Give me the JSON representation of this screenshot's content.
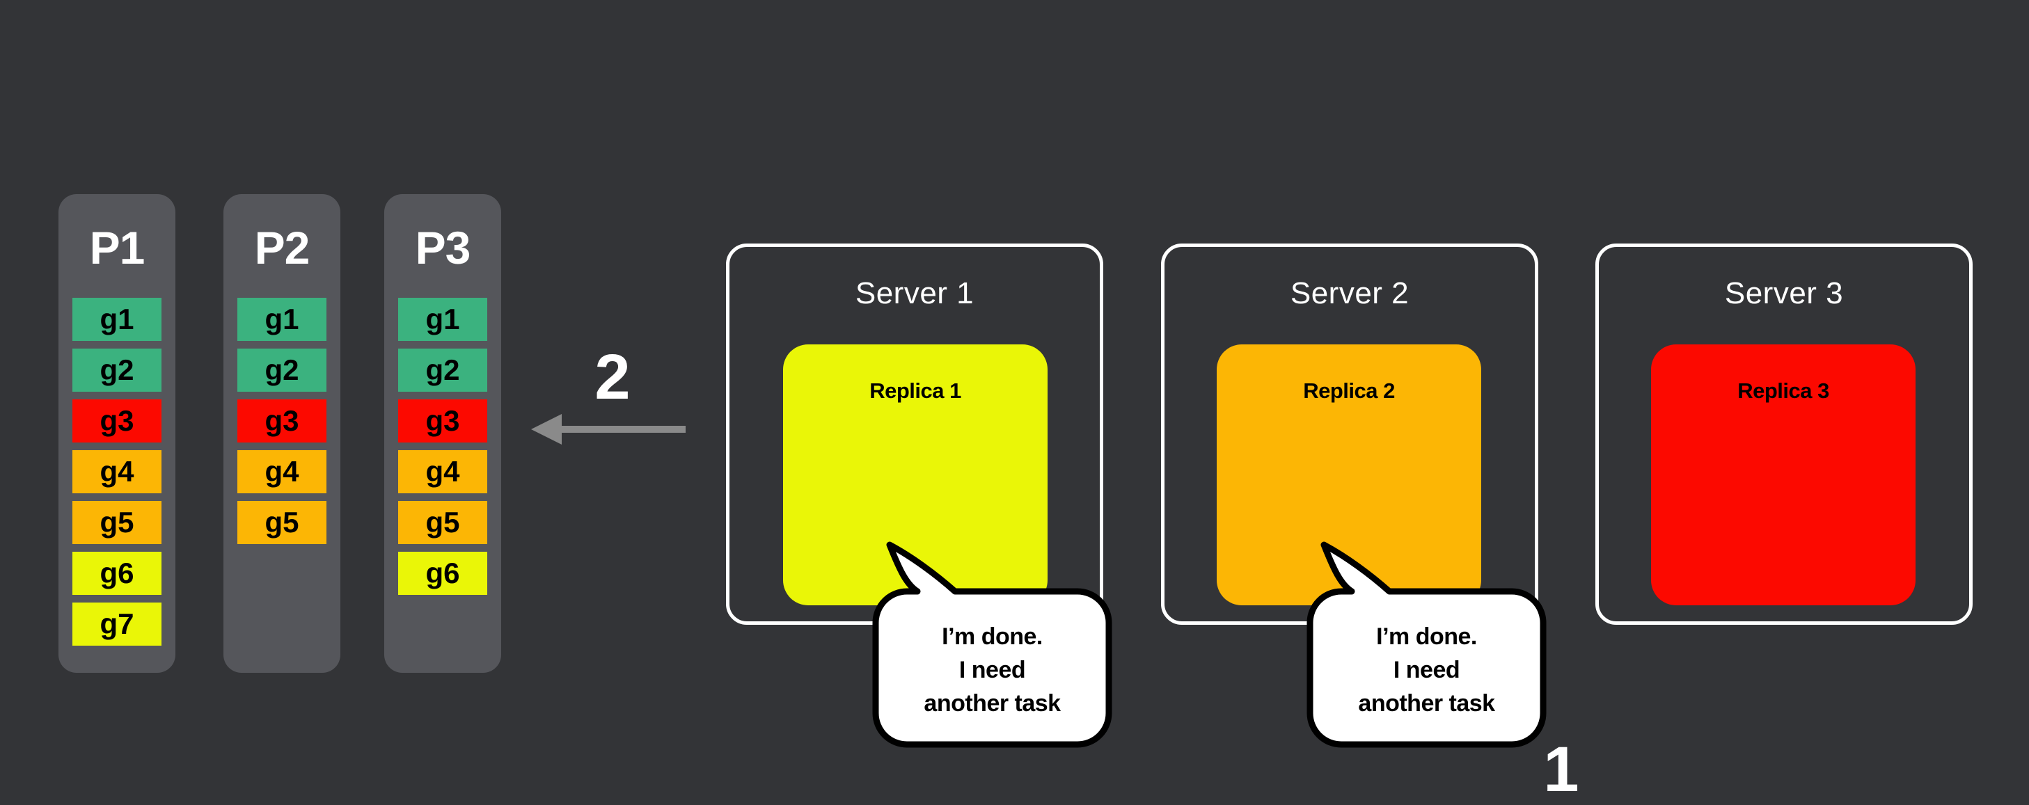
{
  "palette": {
    "canvas_bg": "#333437",
    "column_bg": "#55565B",
    "task_green": "#3BB27F",
    "task_red": "#FC0900",
    "task_amber": "#FCB605",
    "task_yellow": "#EAF607",
    "arrow_gray": "#8A8A8A",
    "server_border": "#FFFFFF",
    "bubble_fill": "#FFFFFF",
    "bubble_border": "#000000"
  },
  "partitions": [
    {
      "label": "P1",
      "tasks": [
        {
          "id": "g1",
          "color": "green"
        },
        {
          "id": "g2",
          "color": "green"
        },
        {
          "id": "g3",
          "color": "red"
        },
        {
          "id": "g4",
          "color": "amber"
        },
        {
          "id": "g5",
          "color": "amber"
        },
        {
          "id": "g6",
          "color": "yellow"
        },
        {
          "id": "g7",
          "color": "yellow"
        }
      ]
    },
    {
      "label": "P2",
      "tasks": [
        {
          "id": "g1",
          "color": "green"
        },
        {
          "id": "g2",
          "color": "green"
        },
        {
          "id": "g3",
          "color": "red"
        },
        {
          "id": "g4",
          "color": "amber"
        },
        {
          "id": "g5",
          "color": "amber"
        }
      ]
    },
    {
      "label": "P3",
      "tasks": [
        {
          "id": "g1",
          "color": "green"
        },
        {
          "id": "g2",
          "color": "green"
        },
        {
          "id": "g3",
          "color": "red"
        },
        {
          "id": "g4",
          "color": "amber"
        },
        {
          "id": "g5",
          "color": "amber"
        },
        {
          "id": "g6",
          "color": "yellow"
        }
      ]
    }
  ],
  "servers": [
    {
      "label": "Server 1",
      "replica": {
        "label": "Replica 1",
        "color": "yellow"
      },
      "has_speech_bubble": true
    },
    {
      "label": "Server 2",
      "replica": {
        "label": "Replica 2",
        "color": "amber"
      },
      "has_speech_bubble": true
    },
    {
      "label": "Server 3",
      "replica": {
        "label": "Replica 3",
        "color": "red"
      },
      "has_speech_bubble": false
    }
  ],
  "speech_bubble": {
    "lines": [
      "I’m done.",
      "I need",
      "another task"
    ]
  },
  "step_labels": {
    "assign_arrow": "2",
    "done": "1"
  }
}
